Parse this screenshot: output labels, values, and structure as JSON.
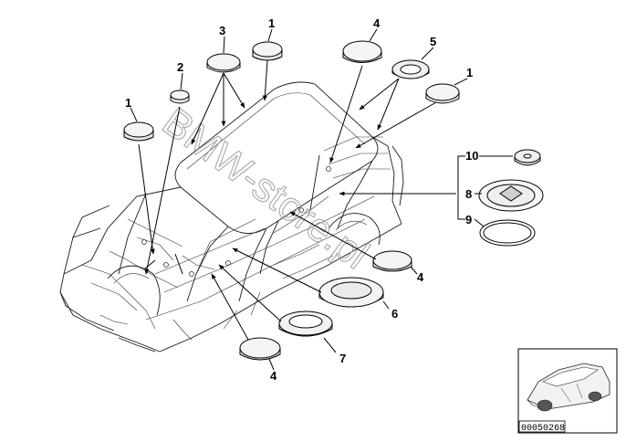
{
  "diagram": {
    "callouts": {
      "c1_left": "1",
      "c2": "2",
      "c3": "3",
      "c1_top": "1",
      "c4_top": "4",
      "c5": "5",
      "c1_right": "1",
      "c10": "10",
      "c8": "8",
      "c9": "9",
      "c4_mid": "4",
      "c6": "6",
      "c7": "7",
      "c4_bottom": "4"
    },
    "watermark": "BMW-store.pl",
    "thumbnail_ref": "00050268"
  }
}
